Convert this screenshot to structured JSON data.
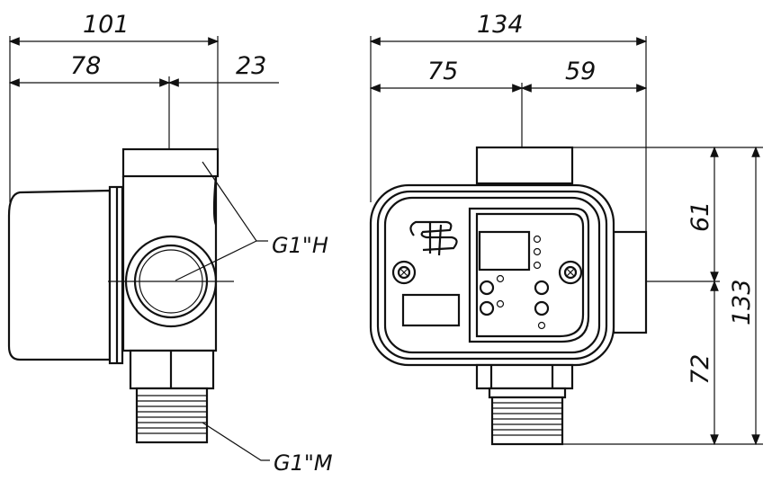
{
  "dimensions": {
    "side_total": "101",
    "side_left": "78",
    "side_right": "23",
    "front_total": "134",
    "front_left": "75",
    "front_right": "59",
    "height_top": "61",
    "height_total": "133",
    "height_bottom": "72"
  },
  "labels": {
    "female_thread": "G1\"H",
    "male_thread": "G1\"M"
  }
}
